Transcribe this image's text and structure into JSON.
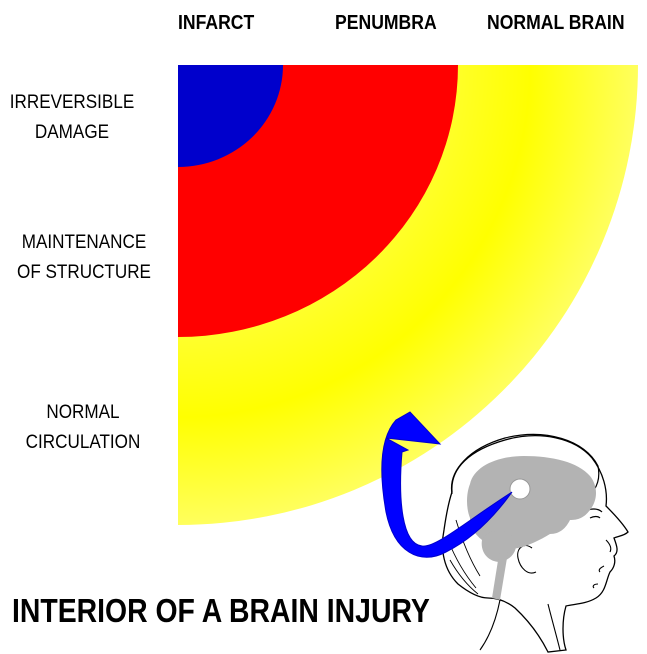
{
  "columns": {
    "infarct": "INFARCT",
    "penumbra": "PENUMBRA",
    "normal_brain": "NORMAL BRAIN"
  },
  "rows": {
    "irreversible": [
      "IRREVERSIBLE",
      "DAMAGE"
    ],
    "maintenance": [
      "MAINTENANCE",
      "OF STRUCTURE"
    ],
    "normal_circulation": [
      "NORMAL",
      "CIRCULATION"
    ]
  },
  "title": "INTERIOR OF A BRAIN INJURY",
  "colors": {
    "infarct": "#0000cc",
    "penumbra": "#ff0000",
    "normal_brain": "#ffff00",
    "arrow": "#0000ff",
    "brain": "#b3b3b3"
  }
}
